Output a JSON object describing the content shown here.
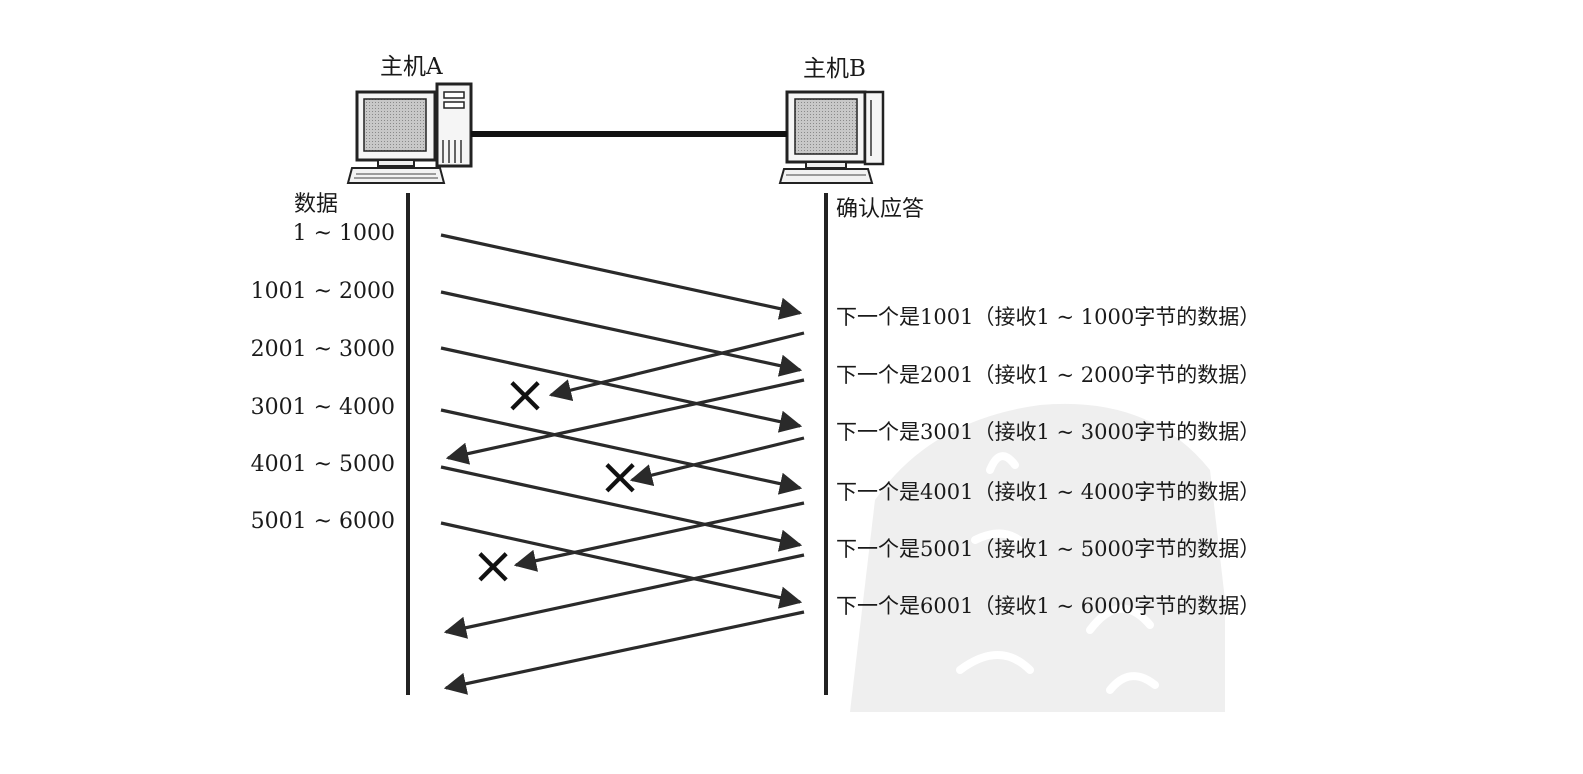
{
  "diagram": {
    "host_a_label": "主机A",
    "host_b_label": "主机B",
    "data_heading": "数据",
    "ack_heading": "确认应答",
    "segments": [
      "1 ~ 1000",
      "1001 ~ 2000",
      "2001 ~ 3000",
      "3001 ~ 4000",
      "4001 ~ 5000",
      "5001 ~ 6000"
    ],
    "acks": [
      "下一个是1001（接收1 ~ 1000字节的数据）",
      "下一个是2001（接收1 ~ 2000字节的数据）",
      "下一个是3001（接收1 ~ 3000字节的数据）",
      "下一个是4001（接收1 ~ 4000字节的数据）",
      "下一个是5001（接收1 ~ 5000字节的数据）",
      "下一个是6001（接收1 ~ 6000字节的数据）"
    ],
    "lost_marker": "×",
    "lost_ack_indices": [
      0,
      2,
      4
    ]
  }
}
